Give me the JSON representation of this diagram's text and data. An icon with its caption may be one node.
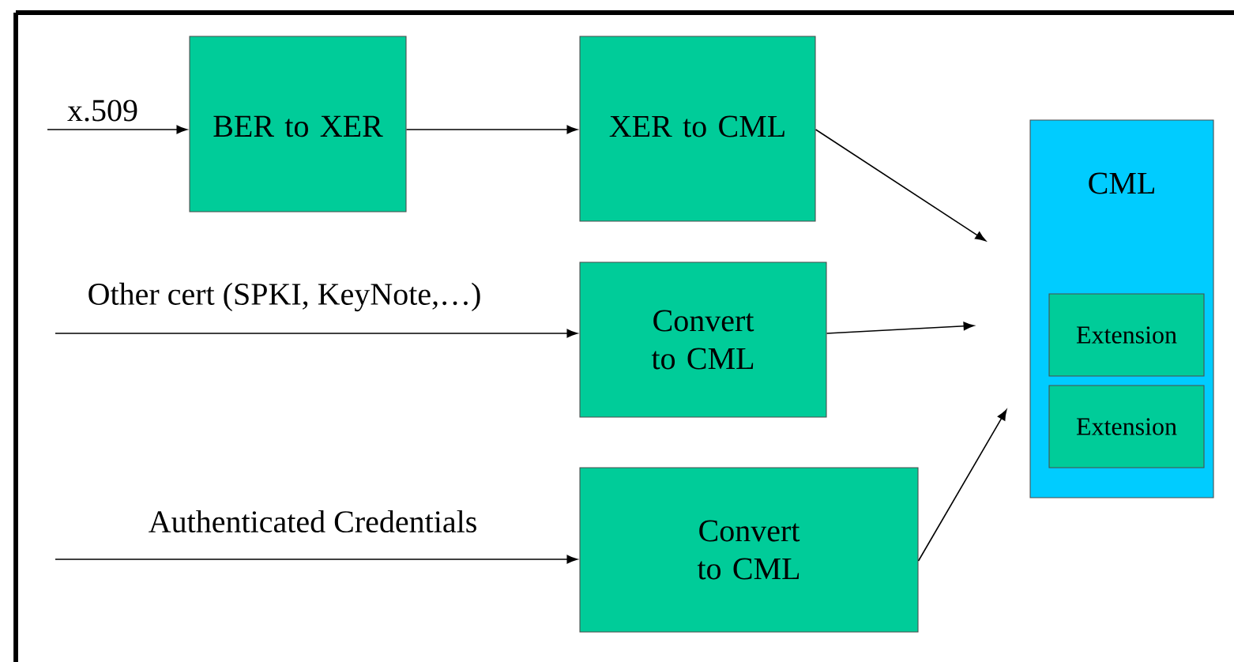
{
  "diagram": {
    "nodes": [
      {
        "text": [
          "BER to XER"
        ]
      },
      {
        "text": [
          "XER to CML"
        ]
      },
      {
        "text": [
          "Convert to CML"
        ]
      },
      {
        "text": [
          "Convert to CML"
        ]
      },
      {
        "text": [
          "CML"
        ]
      },
      {
        "text": [
          "Extension"
        ],
        "in": 4
      },
      {
        "text": [
          "Extension"
        ],
        "in": 4
      }
    ],
    "edges": [
      {
        "from": null,
        "to": 0,
        "arrow": "to",
        "label": "x.509"
      },
      {
        "from": 0,
        "to": 1,
        "arrow": "to"
      },
      {
        "from": 1,
        "to": 4,
        "arrow": "to"
      },
      {
        "from": null,
        "to": 2,
        "arrow": "to",
        "label": "Other cert (SPKI, KeyNote,…)"
      },
      {
        "from": 2,
        "to": 4,
        "arrow": "to"
      },
      {
        "from": null,
        "to": 3,
        "arrow": "to",
        "label": "Authenticated Credentials"
      },
      {
        "from": 3,
        "to": 4,
        "arrow": "to"
      }
    ]
  }
}
